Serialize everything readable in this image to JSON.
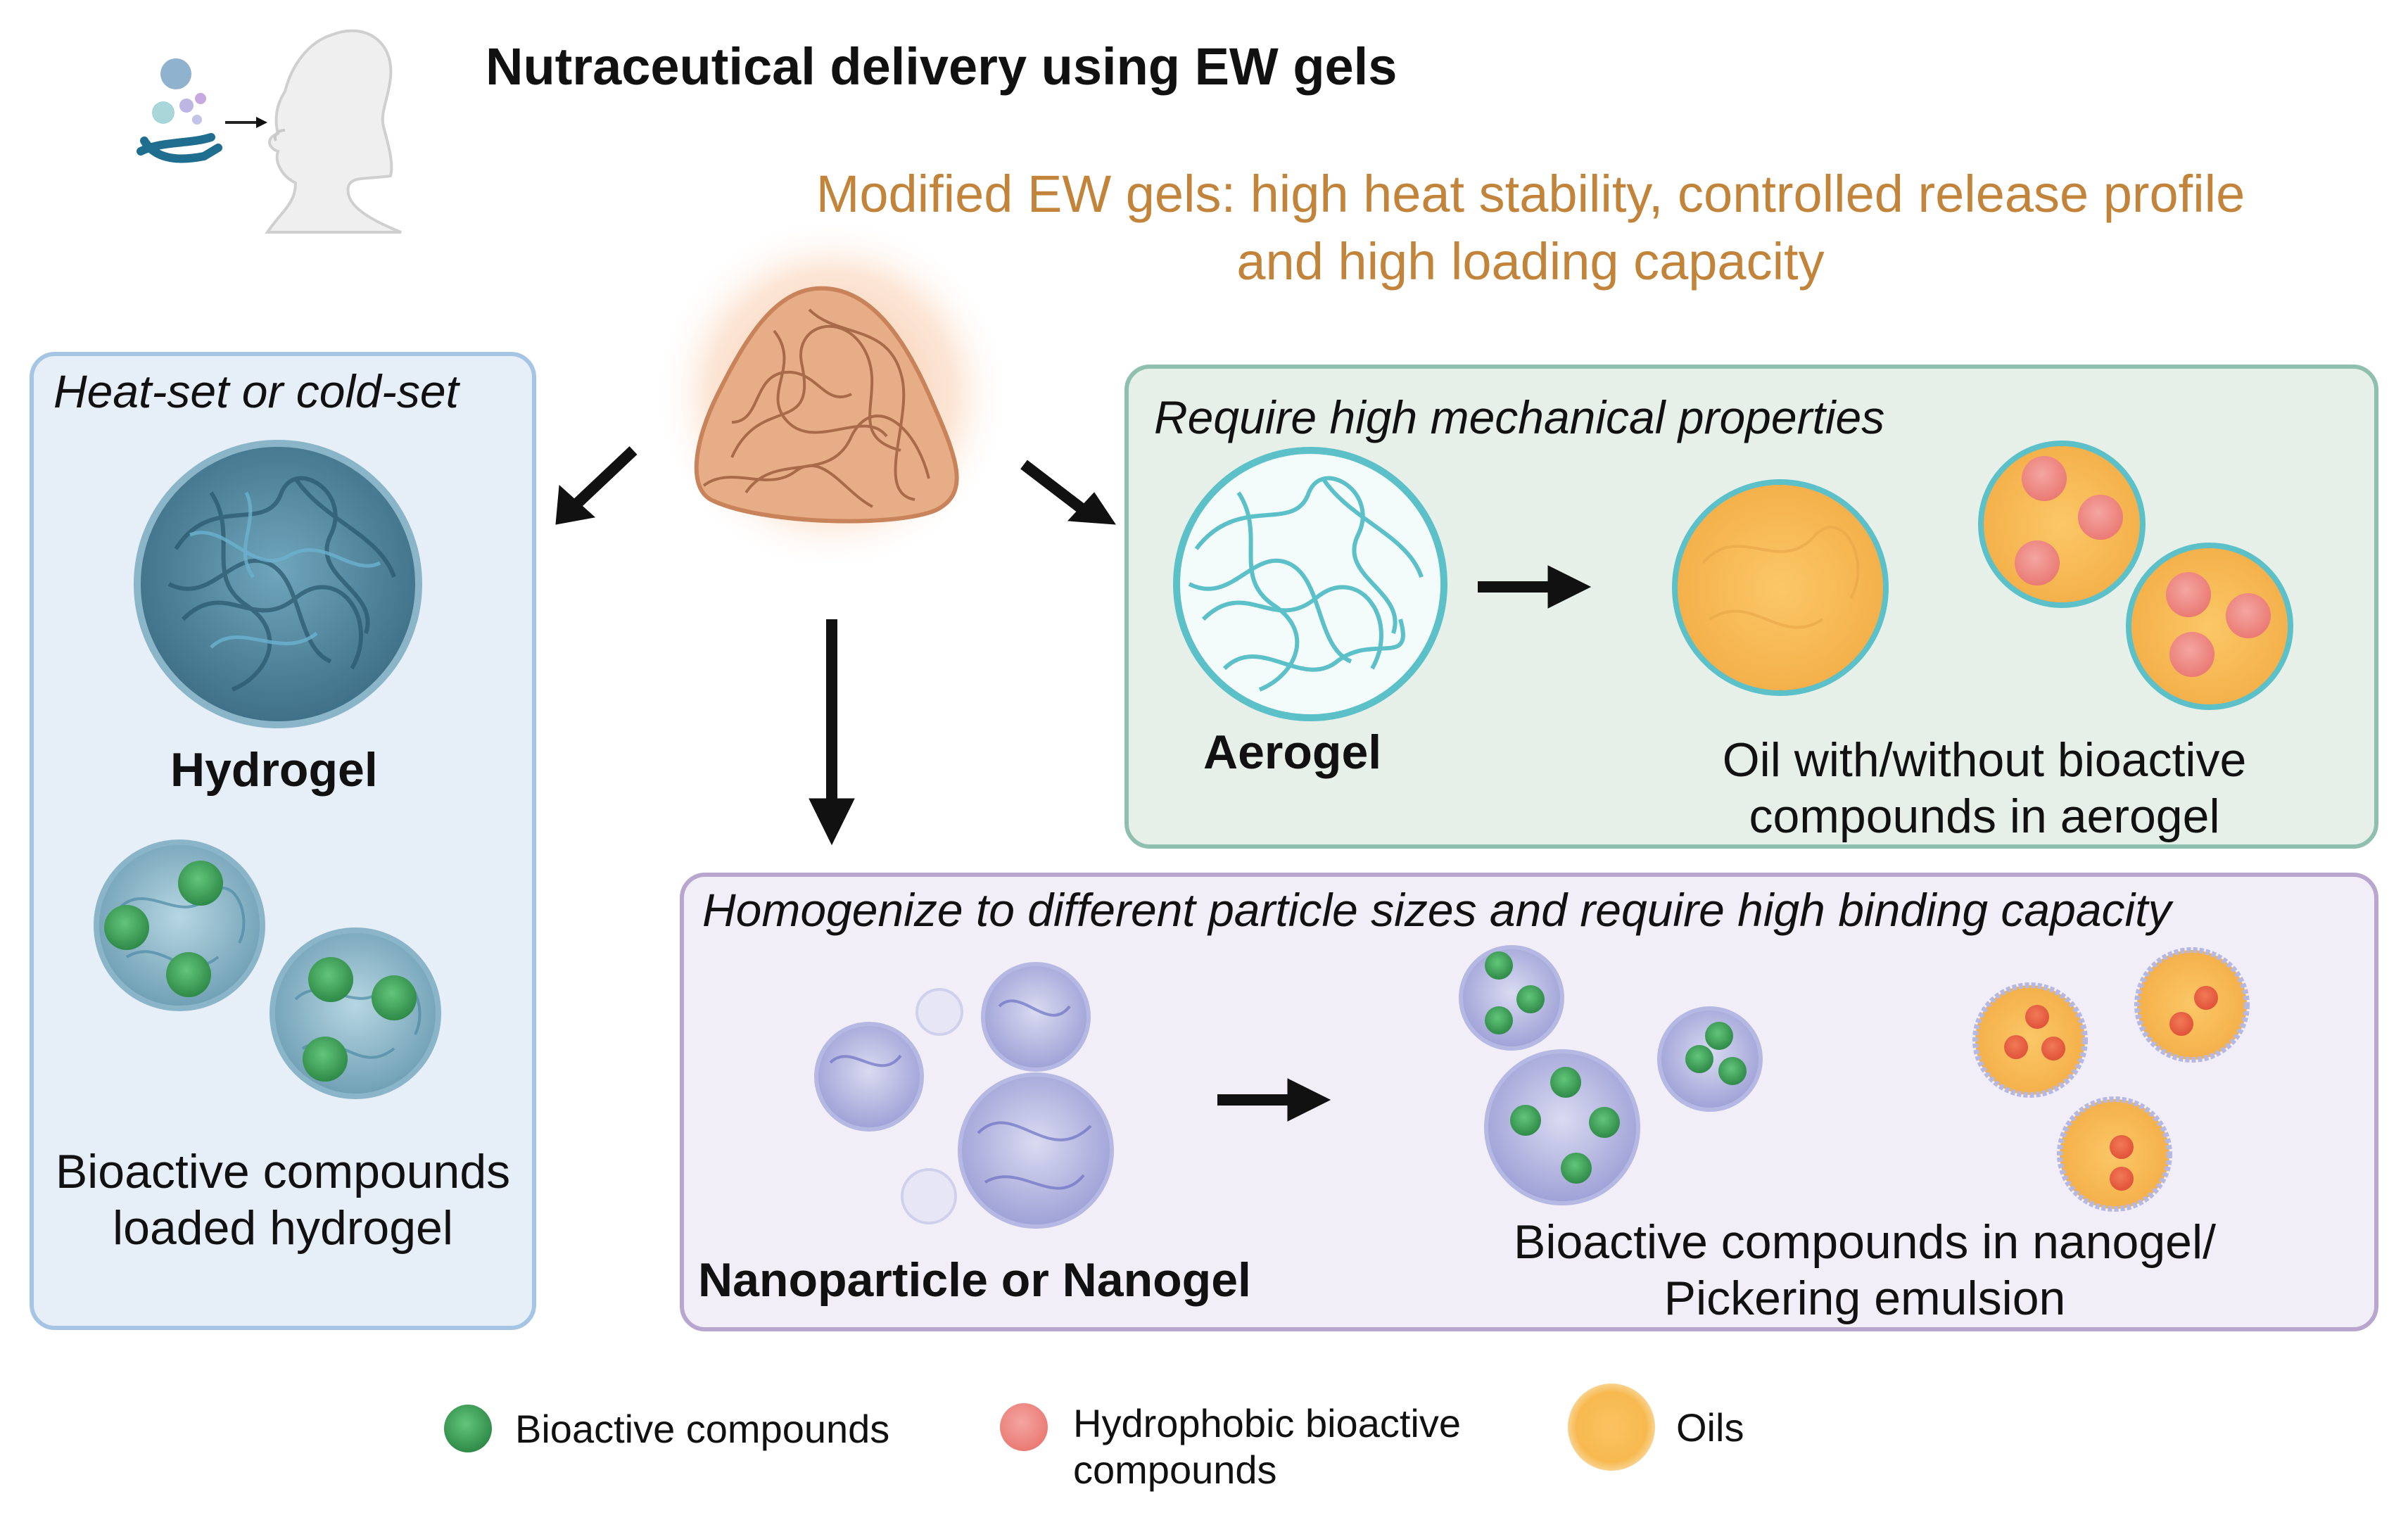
{
  "title": "Nutraceutical delivery using EW gels",
  "subtitle": "Modified EW gels: high heat stability, controlled release profile and high loading capacity",
  "panels": {
    "left": {
      "heading": "Heat-set or cold-set",
      "hydrogel_label": "Hydrogel",
      "loaded_label": "Bioactive compounds loaded hydrogel"
    },
    "right": {
      "heading": "Require high mechanical properties",
      "aerogel_label": "Aerogel",
      "oil_label": "Oil with/without bioactive compounds in aerogel"
    },
    "bottom": {
      "heading": "Homogenize to different particle sizes and require high binding capacity",
      "nano_label": "Nanoparticle or Nanogel",
      "result_label": "Bioactive compounds in nanogel/ Pickering emulsion"
    }
  },
  "legend": [
    {
      "label": "Bioactive compounds",
      "color": "#3f9e5a"
    },
    {
      "label": "Hydrophobic bioactive compounds",
      "color": "#f08a84"
    },
    {
      "label": "Oils",
      "color": "#f7b94f"
    }
  ],
  "colors": {
    "title_accent": "#c1843a",
    "hydrogel": "#5f93ab",
    "aerogel": "#5cc0c8",
    "nanogel": "#8c8fd6",
    "gel_source": "#e9b38f"
  },
  "icons": [
    "person-taking-supplement-icon",
    "egg-white-gel-icon"
  ]
}
